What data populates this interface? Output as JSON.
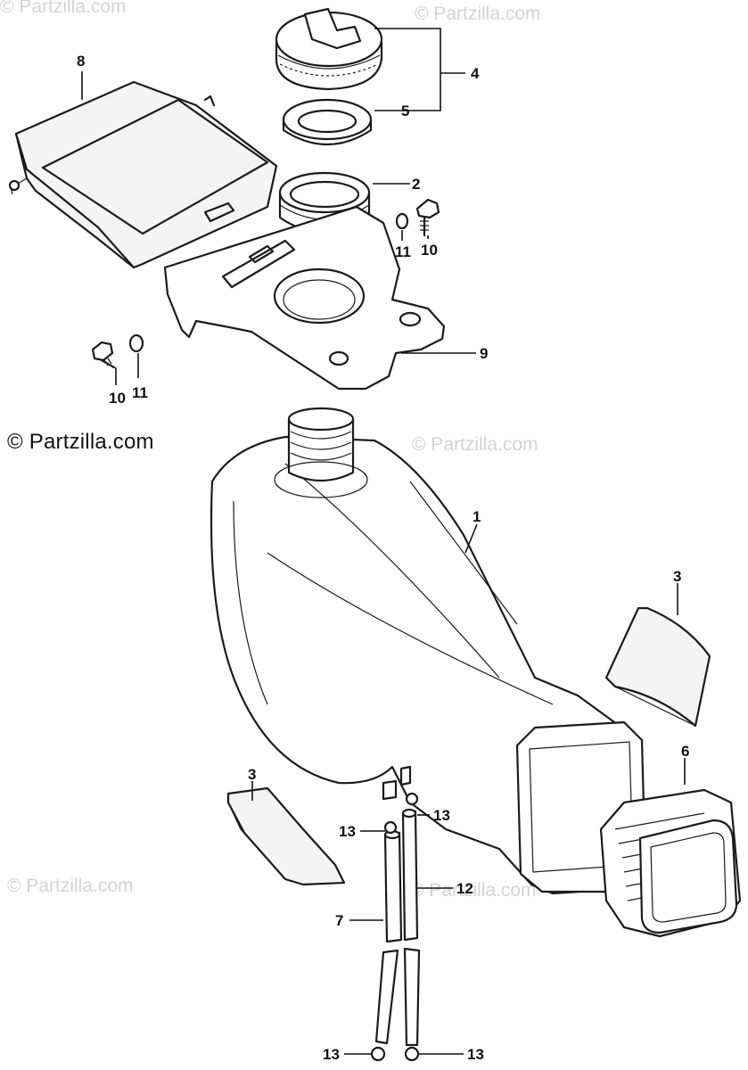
{
  "watermark_text": "© Partzilla.com",
  "copyright_text": "© Partzilla.com",
  "callouts": {
    "c1": "1",
    "c2": "2",
    "c3a": "3",
    "c3b": "3",
    "c4": "4",
    "c5": "5",
    "c6": "6",
    "c7": "7",
    "c8": "8",
    "c9": "9",
    "c10a": "10",
    "c10b": "10",
    "c11a": "11",
    "c11b": "11",
    "c12": "12",
    "c13a": "13",
    "c13b": "13",
    "c13c": "13",
    "c13d": "13"
  }
}
